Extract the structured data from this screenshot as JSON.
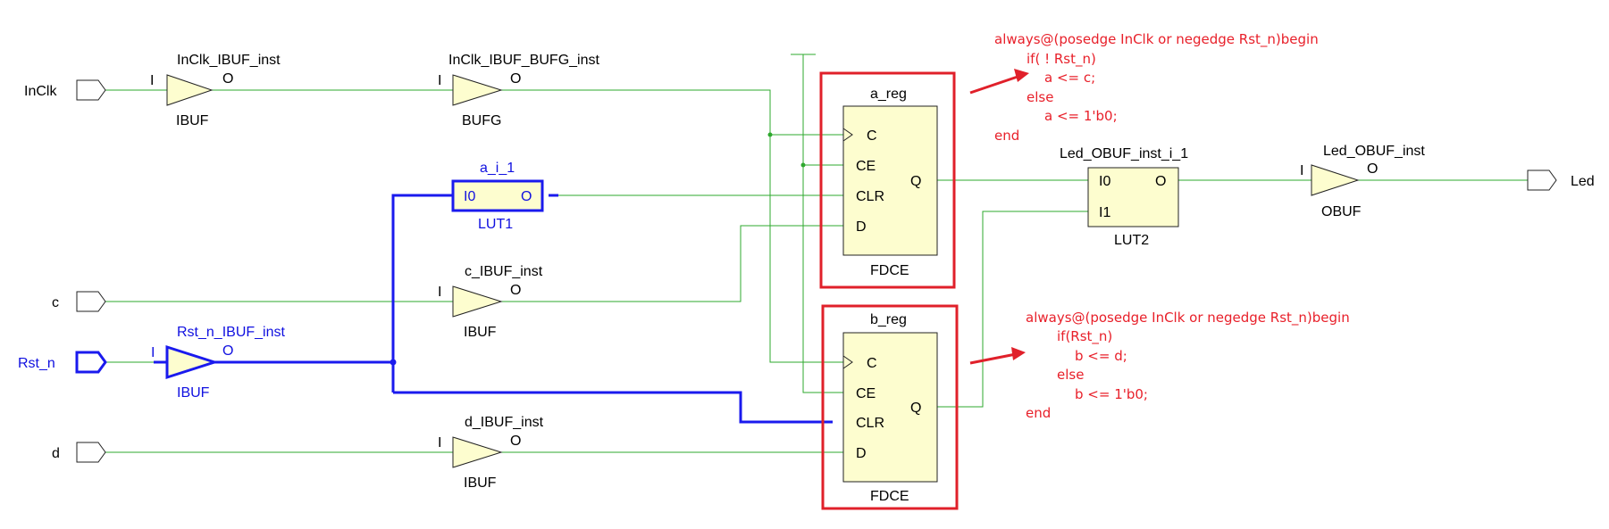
{
  "ports": {
    "inclk": "InClk",
    "c": "c",
    "rst_n": "Rst_n",
    "d": "d",
    "led": "Led"
  },
  "cells": {
    "inclk_ibuf": {
      "inst": "InClk_IBUF_inst",
      "type": "IBUF",
      "pin_in": "I",
      "pin_out": "O"
    },
    "inclk_bufg": {
      "inst": "InClk_IBUF_BUFG_inst",
      "type": "BUFG",
      "pin_in": "I",
      "pin_out": "O"
    },
    "a_i_1": {
      "inst": "a_i_1",
      "type": "LUT1",
      "pin_in": "I0",
      "pin_out": "O"
    },
    "c_ibuf": {
      "inst": "c_IBUF_inst",
      "type": "IBUF",
      "pin_in": "I",
      "pin_out": "O"
    },
    "rst_n_ibuf": {
      "inst": "Rst_n_IBUF_inst",
      "type": "IBUF",
      "pin_in": "I",
      "pin_out": "O"
    },
    "d_ibuf": {
      "inst": "d_IBUF_inst",
      "type": "IBUF",
      "pin_in": "I",
      "pin_out": "O"
    },
    "a_reg": {
      "inst": "a_reg",
      "type": "FDCE",
      "pin_c": "C",
      "pin_ce": "CE",
      "pin_clr": "CLR",
      "pin_d": "D",
      "pin_q": "Q"
    },
    "b_reg": {
      "inst": "b_reg",
      "type": "FDCE",
      "pin_c": "C",
      "pin_ce": "CE",
      "pin_clr": "CLR",
      "pin_d": "D",
      "pin_q": "Q"
    },
    "led_lut": {
      "inst": "Led_OBUF_inst_i_1",
      "type": "LUT2",
      "pin_i0": "I0",
      "pin_i1": "I1",
      "pin_out": "O"
    },
    "led_obuf": {
      "inst": "Led_OBUF_inst",
      "type": "OBUF",
      "pin_in": "I",
      "pin_out": "O"
    }
  },
  "annotations": {
    "a_code": [
      "always@(posedge InClk or negedge Rst_n)begin",
      "if( ! Rst_n)",
      "a <= c;",
      "else",
      "a <= 1'b0;",
      "end"
    ],
    "b_code": [
      "always@(posedge InClk or negedge Rst_n)begin",
      "if(Rst_n)",
      "b <= d;",
      "else",
      "b <= 1'b0;",
      "end"
    ]
  },
  "colors": {
    "wire": "#2ea82e",
    "highlight_net": "#1a1aee",
    "annotation": "#e0202a",
    "cell_fill": "#fdfdcf"
  }
}
